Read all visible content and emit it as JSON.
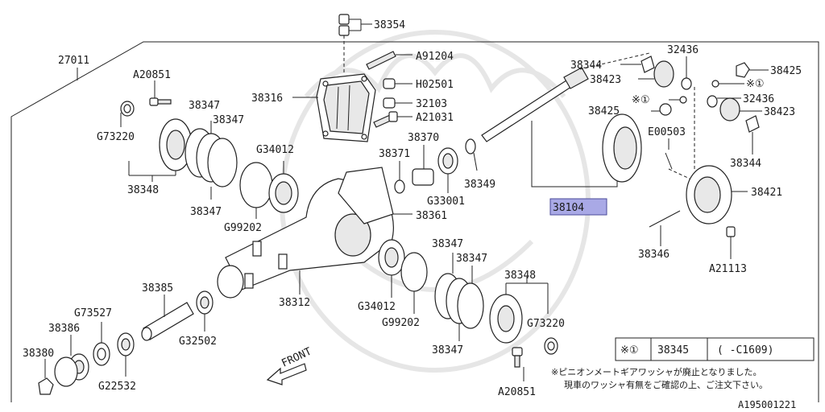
{
  "labels": {
    "l38354": "38354",
    "l27011": "27011",
    "l91204": "A91204",
    "l38344a": "38344",
    "l32436a": "32436",
    "l38425a": "38425",
    "l20851a": "A20851",
    "l38423a": "38423",
    "l38316": "38316",
    "l02501": "H02501",
    "l1a": "※①",
    "l1b": "※①",
    "l38347a": "38347",
    "l32103": "32103",
    "l38425b": "38425",
    "l32436b": "32436",
    "l38347b": "38347",
    "l21031": "A21031",
    "l38423b": "38423",
    "l73220a": "G73220",
    "l38370": "38370",
    "l34012a": "G34012",
    "l38371": "38371",
    "l00503": "E00503",
    "l38344b": "38344",
    "l38348a": "38348",
    "l38349": "38349",
    "l33001": "G33001",
    "l38421": "38421",
    "l38104": "38104",
    "l38347c": "38347",
    "l38361": "38361",
    "l99202a": "G99202",
    "l38347d": "38347",
    "l38346": "38346",
    "l38347e": "38347",
    "l21113": "A21113",
    "l38348b": "38348",
    "l38385": "38385",
    "l38312": "38312",
    "l34012b": "G34012",
    "l73527": "G73527",
    "l99202b": "G99202",
    "l73220b": "G73220",
    "l38386": "38386",
    "l32502": "G32502",
    "l38347f": "38347",
    "l38380": "38380",
    "l22532": "G22532",
    "l20851b": "A20851",
    "front": "FRONT",
    "diagram_id": "A195001221"
  },
  "note_table": {
    "mark": "※①",
    "part": "38345",
    "range": "(  -C1609)"
  },
  "notes": {
    "line1": "※ピニオンメートギアワッシャが廃止となりました。",
    "line2": "現車のワッシャ有無をご確認の上、ご注文下さい。"
  },
  "colors": {
    "highlight_fill": "#a9a9e6",
    "highlight_stroke": "#4a4a9a",
    "line": "#222222"
  }
}
